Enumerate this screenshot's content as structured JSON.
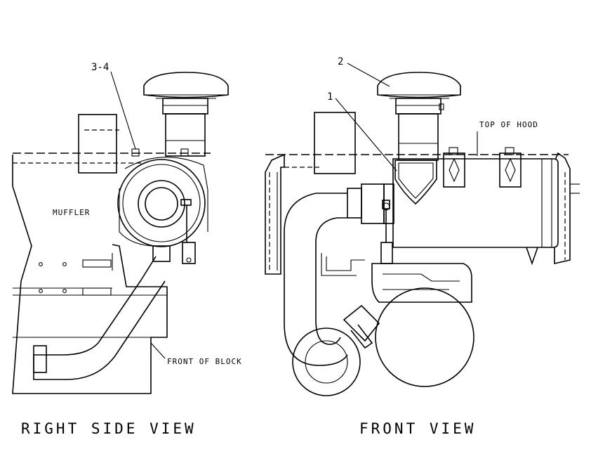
{
  "callouts": {
    "item_3_4": "3-4",
    "item_2": "2",
    "item_1": "1"
  },
  "labels": {
    "muffler": "MUFFLER",
    "front_of_block": "FRONT OF BLOCK",
    "top_of_hood": "TOP OF HOOD"
  },
  "views": {
    "right_side": "RIGHT SIDE VIEW",
    "front": "FRONT VIEW"
  }
}
